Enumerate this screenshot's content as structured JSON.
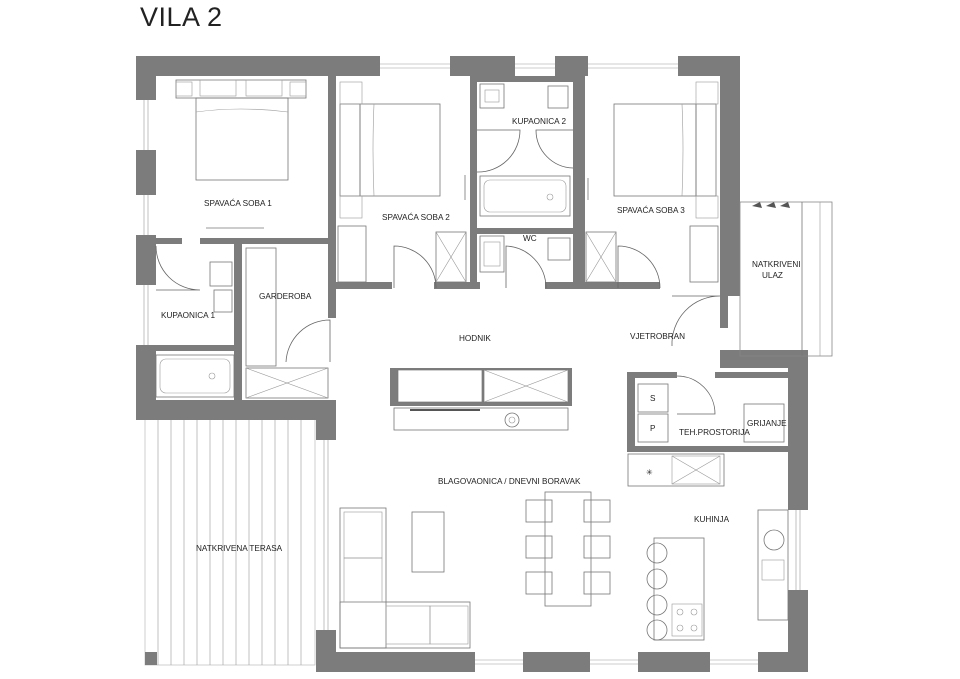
{
  "title": "VILA 2",
  "colors": {
    "wall": "#7c7c7c",
    "line": "#777777",
    "background": "#ffffff"
  },
  "rooms": {
    "spavaca_soba_1": "SPAVAĆA SOBA 1",
    "spavaca_soba_2": "SPAVAĆA SOBA 2",
    "spavaca_soba_3": "SPAVAĆA SOBA 3",
    "kupaonica_2": "KUPAONICA 2",
    "wc": "WC",
    "kupaonica_1": "KUPAONICA 1",
    "garderoba": "GARDEROBA",
    "hodnik": "HODNIK",
    "vjetrobran": "VJETROBRAN",
    "natkriveni_ulaz_line1": "NATKRIVENI",
    "natkriveni_ulaz_line2": "ULAZ",
    "teh_prostorija": "TEH.PROSTORIJA",
    "grijanje": "GRIJANJE",
    "blagovaonica": "BLAGOVAONICA / DNEVNI BORAVAK",
    "kuhinja": "KUHINJA",
    "natkrivena_terasa": "NATKRIVENA TERASA"
  },
  "fixtures": {
    "s_label": "S",
    "p_label": "P"
  }
}
